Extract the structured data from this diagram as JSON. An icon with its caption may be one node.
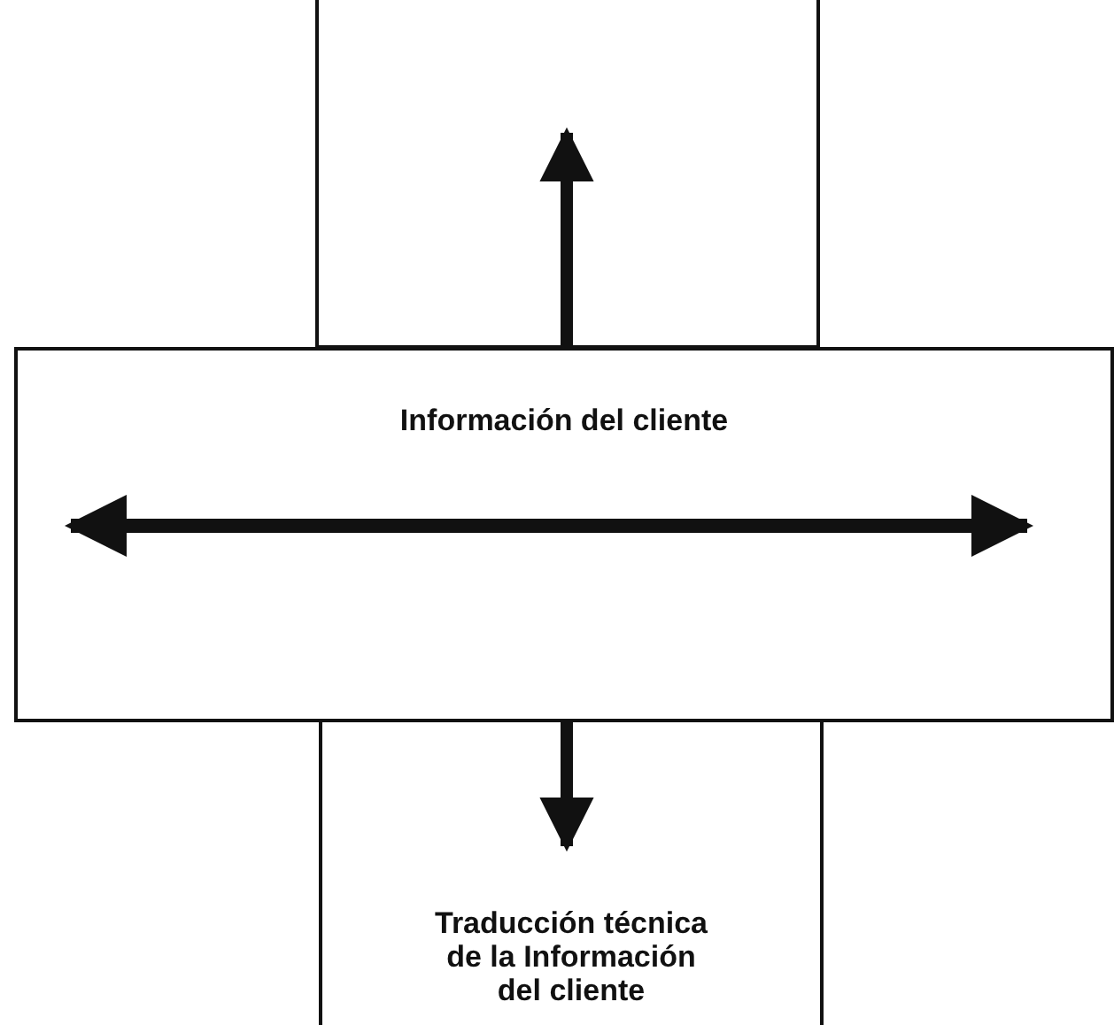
{
  "diagram": {
    "nodes": [
      {
        "text": [],
        "shape": "box"
      },
      {
        "text": [
          "Información del cliente"
        ]
      },
      {
        "text": [
          "Traducción técnica de la Información del cliente"
        ]
      }
    ],
    "edges": [
      {
        "from": 1,
        "to": 0,
        "arrow": "to"
      },
      {
        "from": 1,
        "to": 2,
        "arrow": "to"
      }
    ]
  }
}
